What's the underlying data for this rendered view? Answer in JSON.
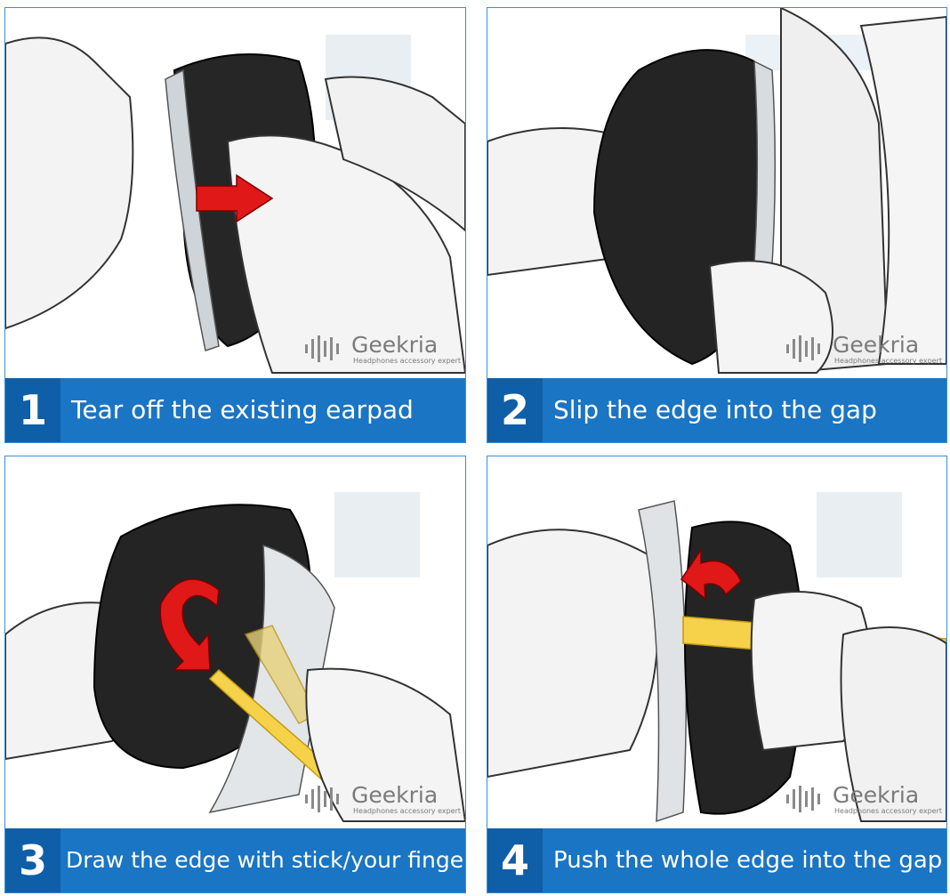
{
  "brand": {
    "name": "Geekria",
    "tagline": "Headphones accessory expert",
    "bar_color": "#1a75c4",
    "number_box_color": "#0f5ea8",
    "arrow_color": "#e01818"
  },
  "steps": [
    {
      "number": "1",
      "text": "Tear off the existing earpad"
    },
    {
      "number": "2",
      "text": "Slip the edge into the gap"
    },
    {
      "number": "3",
      "text": "Draw the edge with stick/your finger"
    },
    {
      "number": "4",
      "text": "Push  the whole edge into the gap"
    }
  ]
}
